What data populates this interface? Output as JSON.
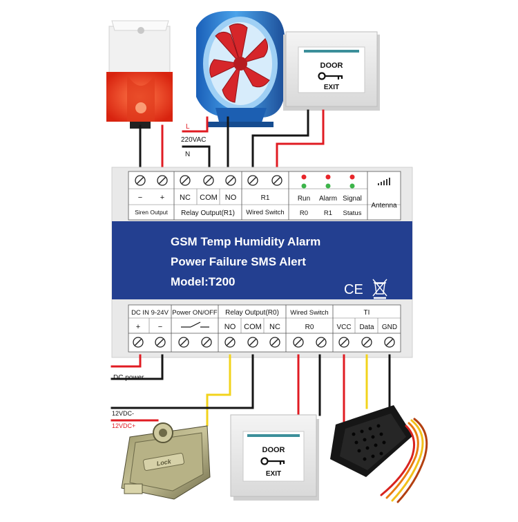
{
  "title": {
    "line1": "GSM Temp Humidity Alarm",
    "line2": "Power Failure SMS Alert",
    "model": "Model:T200",
    "ce": "CE"
  },
  "top_terminals": {
    "siren": {
      "minus": "−",
      "plus": "+",
      "label": "Siren Output"
    },
    "relay_r1": {
      "nc": "NC",
      "com": "COM",
      "no": "NO",
      "label": "Relay Output(R1)"
    },
    "wired_r1": {
      "name": "R1",
      "label": "Wired Switch"
    },
    "leds": {
      "run": "Run",
      "alarm": "Alarm",
      "signal": "Signal",
      "r0": "R0",
      "r1": "R1",
      "status": "Status"
    },
    "antenna": "Antenna"
  },
  "bottom_terminals": {
    "dc_in": {
      "label": "DC IN 9-24V",
      "plus": "+",
      "minus": "−"
    },
    "power_switch": {
      "label": "Power ON/OFF"
    },
    "relay_r0": {
      "label": "Relay Output(R0)",
      "no": "NO",
      "com": "COM",
      "nc": "NC"
    },
    "wired_r0": {
      "label": "Wired Switch",
      "name": "R0"
    },
    "sensor": {
      "label": "TI",
      "vcc": "VCC",
      "data": "Data",
      "gnd": "GND"
    }
  },
  "wire_labels": {
    "l": "L",
    "vac": "220VAC",
    "n": "N",
    "dc_power": "DC power",
    "dc_minus": "12VDC-",
    "dc_plus": "12VDC+"
  },
  "devices": {
    "door_button_top": {
      "line1": "DOOR",
      "line2": "EXIT"
    },
    "door_button_bottom": {
      "line1": "DOOR",
      "line2": "EXIT"
    },
    "lock_brand": "Lock"
  },
  "colors": {
    "banner": "#233f90",
    "wire_red": "#e01b22",
    "wire_black": "#151515",
    "wire_yellow": "#f2d31b",
    "led_red": "#e8262a",
    "led_green": "#3cb44a"
  },
  "icons": [
    "siren-icon",
    "axial-fan-icon",
    "door-exit-button-icon",
    "electric-lock-icon",
    "temp-humidity-sensor-icon",
    "signal-bars-icon",
    "weee-bin-icon",
    "switch-symbol-icon"
  ]
}
